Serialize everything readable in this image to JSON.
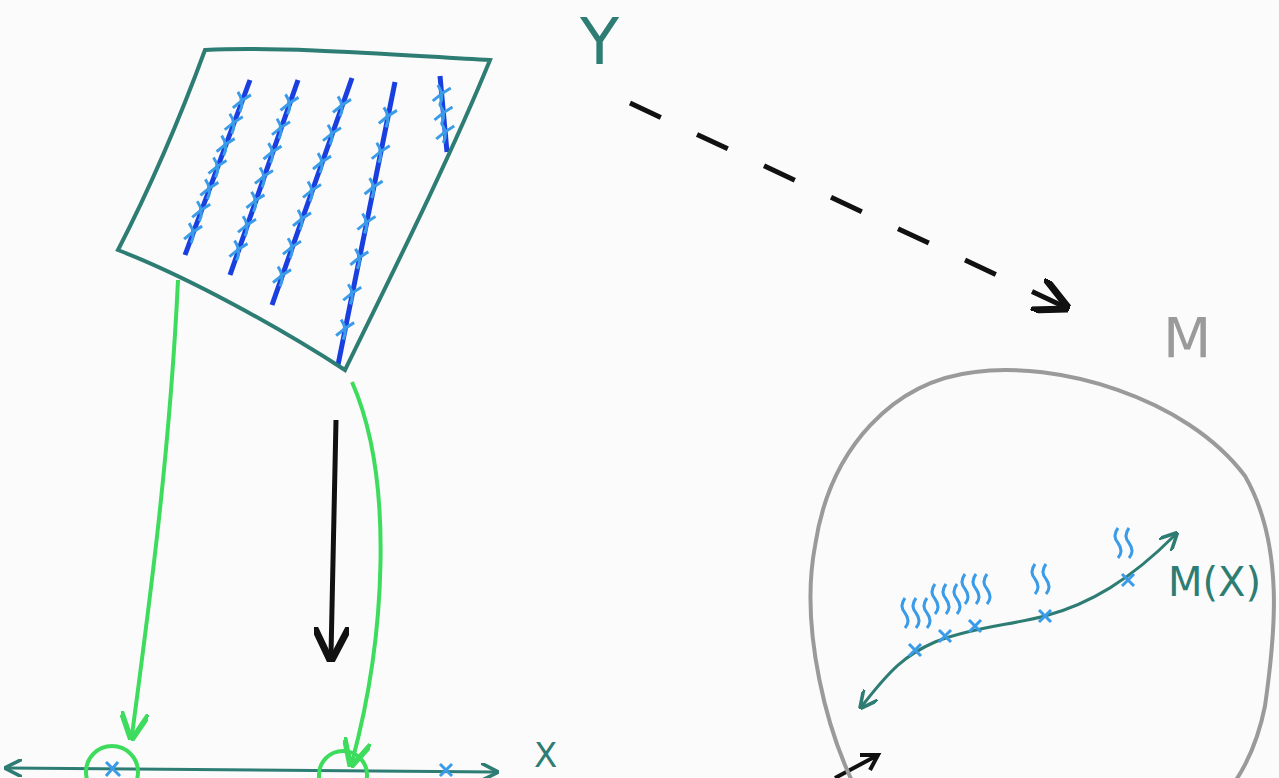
{
  "diagram": {
    "nodes": [
      {
        "text": [
          "Y"
        ]
      },
      {
        "text": [
          "M"
        ]
      }
    ],
    "edges": [
      {
        "from": 0,
        "to": 1,
        "arrow": "to"
      }
    ],
    "labels": [
      "M(X)",
      "X"
    ]
  }
}
